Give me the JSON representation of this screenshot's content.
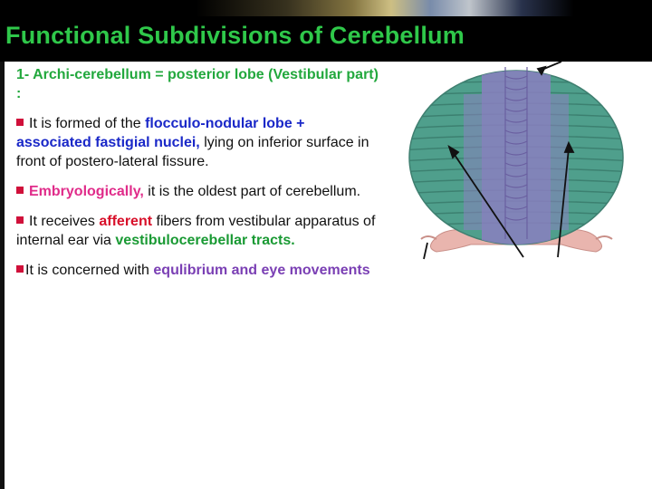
{
  "slide": {
    "title": "Functional Subdivisions of Cerebellum",
    "heading": "1- Archi-cerebellum = posterior lobe (Vestibular part) :",
    "bullets": [
      {
        "pre": "It is formed of the ",
        "em": "flocculo-nodular  lobe + associated fastigial nuclei,",
        "post": " lying on inferior surface in front of postero-lateral fissure."
      },
      {
        "pre": "",
        "em": "Embryologically,",
        "post": " it is the oldest part of cerebellum."
      },
      {
        "pre": "It receives ",
        "em": "afferent",
        "mid": "  fibers from vestibular apparatus of internal ear  via ",
        "em2": "vestibulocerebellar tracts."
      },
      {
        "pre": "It is concerned with ",
        "em": "equlibrium and eye movements"
      }
    ]
  },
  "colors": {
    "title": "#2fc84a",
    "bullet_marker": "#d0103a",
    "cerebellum_lobes": "#4f9f8c",
    "vermis": "#8a7fbf",
    "brainstem": "#e9b5ae"
  },
  "figure": {
    "label": "cerebellum-illustration"
  }
}
